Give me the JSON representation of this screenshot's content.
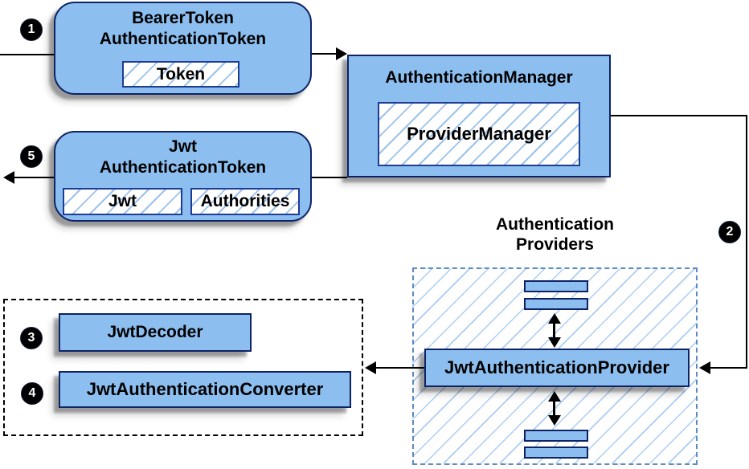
{
  "badges": {
    "b1": "1",
    "b2": "2",
    "b3": "3",
    "b4": "4",
    "b5": "5"
  },
  "nodes": {
    "bearer_token": {
      "line1": "BearerToken",
      "line2": "AuthenticationToken",
      "token_field": "Token"
    },
    "authentication_manager": {
      "title": "AuthenticationManager",
      "provider_manager": "ProviderManager"
    },
    "jwt_authentication_token": {
      "line1": "Jwt",
      "line2": "AuthenticationToken",
      "jwt_field": "Jwt",
      "authorities_field": "Authorities"
    },
    "authentication_providers": {
      "title_line1": "Authentication",
      "title_line2": "Providers",
      "jwt_authentication_provider": "JwtAuthenticationProvider"
    },
    "jwt_tools": {
      "jwt_decoder": "JwtDecoder",
      "jwt_authentication_converter": "JwtAuthenticationConverter"
    }
  },
  "colors": {
    "node_fill": "#8cbff0",
    "node_border": "#0d2366",
    "hatch_line": "#9cc2ec",
    "dashed_blue_border": "#5d89c7",
    "dashed_black_border": "#000000",
    "arrow": "#000000",
    "badge_bg": "#000000",
    "badge_text": "#ffffff"
  }
}
